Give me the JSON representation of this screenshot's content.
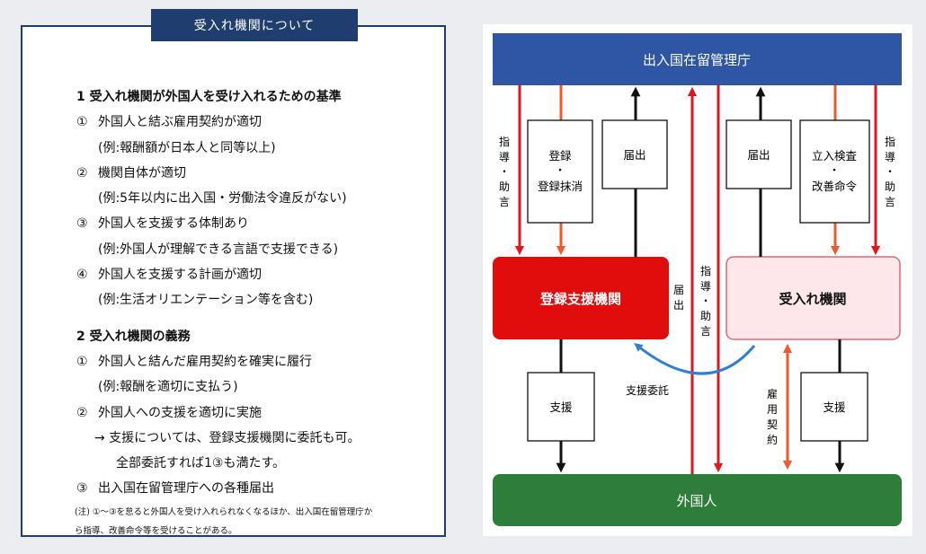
{
  "left": {
    "title": "受入れ機関について",
    "section1": {
      "heading": "1 受入れ機関が外国人を受け入れるための基準",
      "items": [
        {
          "num": "①",
          "text": "外国人と結ぶ雇用契約が適切",
          "example": "(例:報酬額が日本人と同等以上)"
        },
        {
          "num": "②",
          "text": "機関自体が適切",
          "example": "(例:5年以内に出入国・労働法令違反がない)"
        },
        {
          "num": "③",
          "text": "外国人を支援する体制あり",
          "example": "(例:外国人が理解できる言語で支援できる)"
        },
        {
          "num": "④",
          "text": "外国人を支援する計画が適切",
          "example": "(例:生活オリエンテーション等を含む)"
        }
      ]
    },
    "section2": {
      "heading": "2 受入れ機関の義務",
      "item1": {
        "num": "①",
        "text": "外国人と結んだ雇用契約を確実に履行",
        "example": "(例:報酬を適切に支払う)"
      },
      "item2": {
        "num": "②",
        "text": "外国人への支援を適切に実施",
        "arrow_text": "→  支援については、登録支援機関に委託も可。",
        "cont_text": "全部委託すれば1③も満たす。"
      },
      "item3": {
        "num": "③",
        "text": "出入国在留管理庁への各種届出"
      },
      "note_line1": "(注) ①〜③を怠ると外国人を受け入れられなくなるほか、出入国在留管理庁か",
      "note_line2": "ら指導、改善命令等を受けることがある。"
    }
  },
  "diagram": {
    "top_box": "出入国在留管理庁",
    "left_org": "登録支援機関",
    "right_org": "受入れ機関",
    "bottom_box": "外国人",
    "left_guidance": [
      "指",
      "導",
      "・",
      "助",
      "言"
    ],
    "registration": [
      "登録",
      "・",
      "登録抹消"
    ],
    "report_left": "届出",
    "report_center": [
      "届",
      "出"
    ],
    "guidance_center": [
      "指",
      "導",
      "・",
      "助",
      "言"
    ],
    "report_right": "届出",
    "inspection": [
      "立入検査",
      "・",
      "改善命令"
    ],
    "right_guidance": [
      "指",
      "導",
      "・",
      "助",
      "言"
    ],
    "support_left": "支援",
    "support_right": "支援",
    "delegation": "支援委託",
    "contract": [
      "雇",
      "用",
      "契",
      "約"
    ],
    "colors": {
      "top": "#2f56a4",
      "left_org": "#e10c0c",
      "right_org_fill": "#fde7ea",
      "right_org_border": "#e06873",
      "bottom": "#2f7d3a",
      "red_arrow": "#e0161a",
      "orange_arrow": "#ee5a2d",
      "blue_arrow": "#2f7fd4"
    }
  }
}
